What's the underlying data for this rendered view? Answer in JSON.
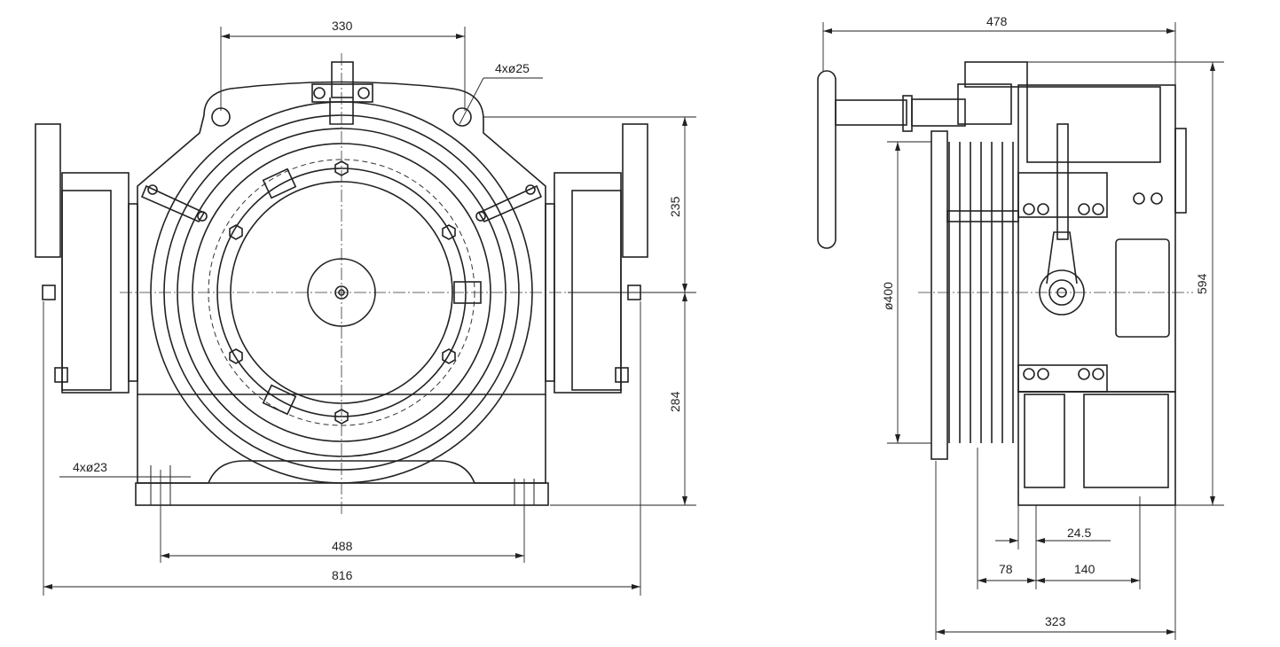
{
  "drawing": {
    "front_view": {
      "dims": {
        "top_hole_spacing": "330",
        "top_holes": "4xø25",
        "upper_height": "235",
        "lower_height": "284",
        "base_holes": "4xø23",
        "base_hole_spacing": "488",
        "overall_width": "816"
      }
    },
    "side_view": {
      "dims": {
        "overall_depth": "478",
        "overall_height": "594",
        "sheave_diameter": "ø400",
        "offset": "24.5",
        "base_front": "78",
        "base_hole_spacing": "140",
        "base_depth": "323"
      }
    }
  }
}
